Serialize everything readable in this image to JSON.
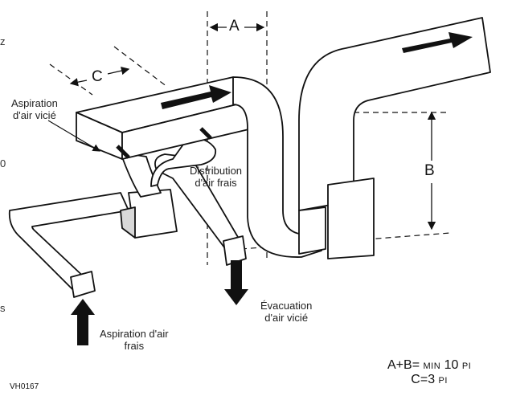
{
  "labels": {
    "exhaust_intake": [
      "Aspiration",
      "d'air vicié"
    ],
    "fresh_distribution": [
      "Distribution",
      "d'air frais"
    ],
    "stale_exhaust": [
      "Évacuation",
      "d'air vicié"
    ],
    "fresh_intake": [
      "Aspiration d'air",
      "frais"
    ]
  },
  "dimensions": {
    "a": "A",
    "b": "B",
    "c": "C"
  },
  "formula": {
    "line1_prefix": "A+B=",
    "line1_min": "MIN",
    "line1_value": "10",
    "line1_unit": "PI",
    "line2_prefix": "C=3",
    "line2_unit": "PI"
  },
  "code": "VH0167",
  "edge_glyphs": [
    "z",
    "0",
    "s"
  ],
  "colors": {
    "line": "#111111",
    "fill": "#ffffff",
    "shade": "#d8d8d8"
  },
  "icons": [
    "flow-arrow",
    "dimension-arrow",
    "ventilator-unit"
  ]
}
